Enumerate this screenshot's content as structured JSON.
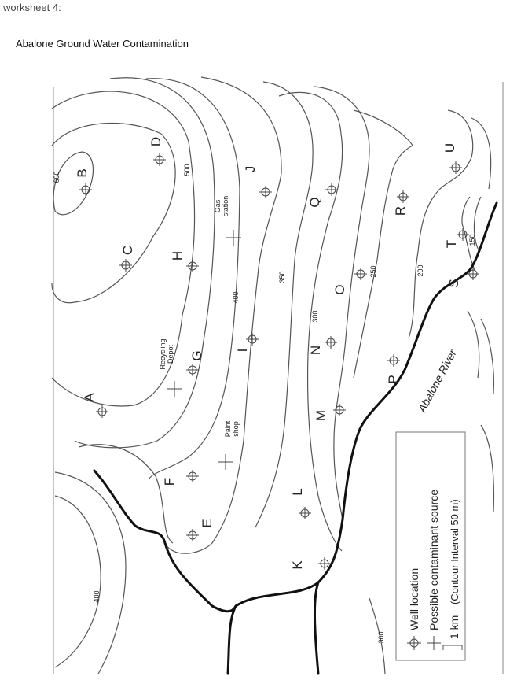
{
  "worksheet_label": "worksheet 4:",
  "title": "Abalone Ground Water Contamination",
  "river_name": "Abalone River",
  "contour_labels": [
    "600",
    "500",
    "400",
    "350",
    "300",
    "250",
    "200",
    "150",
    "400",
    "300"
  ],
  "wells": [
    {
      "id": "A"
    },
    {
      "id": "B"
    },
    {
      "id": "C"
    },
    {
      "id": "D"
    },
    {
      "id": "E"
    },
    {
      "id": "F"
    },
    {
      "id": "G"
    },
    {
      "id": "H"
    },
    {
      "id": "I"
    },
    {
      "id": "J"
    },
    {
      "id": "K"
    },
    {
      "id": "L"
    },
    {
      "id": "M"
    },
    {
      "id": "N"
    },
    {
      "id": "O"
    },
    {
      "id": "P"
    },
    {
      "id": "Q"
    },
    {
      "id": "R"
    },
    {
      "id": "S"
    },
    {
      "id": "T"
    },
    {
      "id": "U"
    }
  ],
  "sources": [
    {
      "lines": [
        "Gas",
        "station"
      ]
    },
    {
      "lines": [
        "Recycling",
        "Depot"
      ]
    },
    {
      "lines": [
        "Paint",
        "shop"
      ]
    }
  ],
  "legend": {
    "well": "Well location",
    "source": "Possible contaminant source",
    "scale": "1 km",
    "interval": "(Contour Interval 50 m)"
  }
}
